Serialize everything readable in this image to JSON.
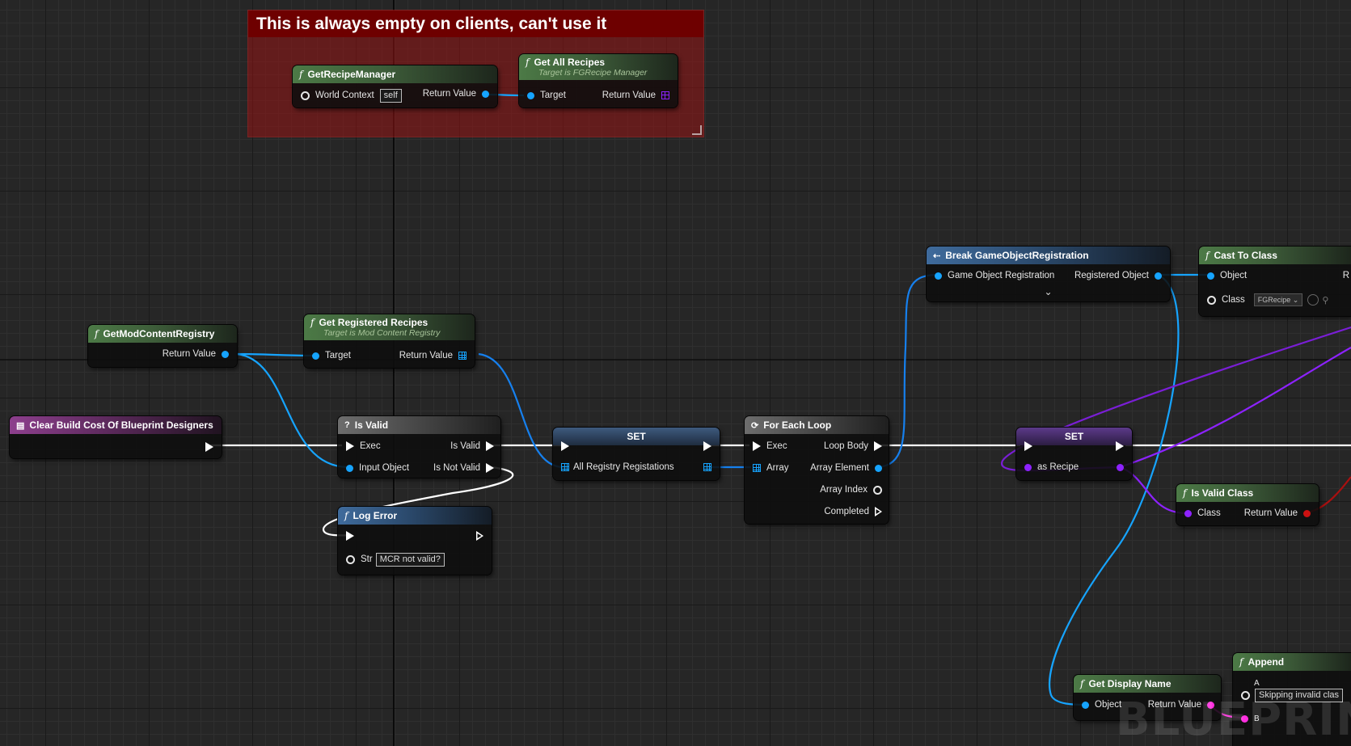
{
  "comment": {
    "title": "This is always empty on clients, can't use it"
  },
  "nodes": {
    "get_recipe_manager": {
      "title": "GetRecipeManager",
      "in_label": "World Context",
      "in_value": "self",
      "out_label": "Return Value"
    },
    "get_all_recipes": {
      "title": "Get All Recipes",
      "subtitle": "Target is FGRecipe Manager",
      "in_label": "Target",
      "out_label": "Return Value"
    },
    "get_mod_content_registry": {
      "title": "GetModContentRegistry",
      "out_label": "Return Value"
    },
    "get_registered_recipes": {
      "title": "Get Registered Recipes",
      "subtitle": "Target is Mod Content Registry",
      "in_label": "Target",
      "out_label": "Return Value"
    },
    "clear_build_cost": {
      "title": "Clear Build Cost Of Blueprint Designers"
    },
    "is_valid": {
      "title": "Is Valid",
      "exec_label": "Exec",
      "input_label": "Input Object",
      "valid_label": "Is Valid",
      "not_valid_label": "Is Not Valid"
    },
    "log_error": {
      "title": "Log Error",
      "str_label": "Str",
      "str_value": "MCR not valid?"
    },
    "set_registrations": {
      "title": "SET",
      "var_label": "All Registry Registations"
    },
    "for_each_loop": {
      "title": "For Each Loop",
      "exec_label": "Exec",
      "array_label": "Array",
      "loop_body_label": "Loop Body",
      "element_label": "Array Element",
      "index_label": "Array Index",
      "completed_label": "Completed"
    },
    "break_registration": {
      "title": "Break GameObjectRegistration",
      "in_label": "Game Object Registration",
      "out_label": "Registered Object"
    },
    "cast_to_class": {
      "title": "Cast To Class",
      "object_label": "Object",
      "class_label": "Class",
      "class_value": "FGRecipe",
      "out_partial": "R"
    },
    "set_recipe": {
      "title": "SET",
      "var_label": "as Recipe"
    },
    "is_valid_class": {
      "title": "Is Valid Class",
      "in_label": "Class",
      "out_label": "Return Value"
    },
    "append": {
      "title": "Append",
      "a_label": "A",
      "a_value": "Skipping invalid clas",
      "b_label": "B"
    },
    "get_display_name": {
      "title": "Get Display Name",
      "in_label": "Object",
      "out_label": "Return Value"
    }
  },
  "watermark": "BLUEPRINT",
  "colors": {
    "object_pin": "#16a4ff",
    "class_pin": "#8d22ff",
    "string_pin": "#ff2ee0",
    "exec_wire": "#ffffff",
    "comment": "#6e0000"
  }
}
